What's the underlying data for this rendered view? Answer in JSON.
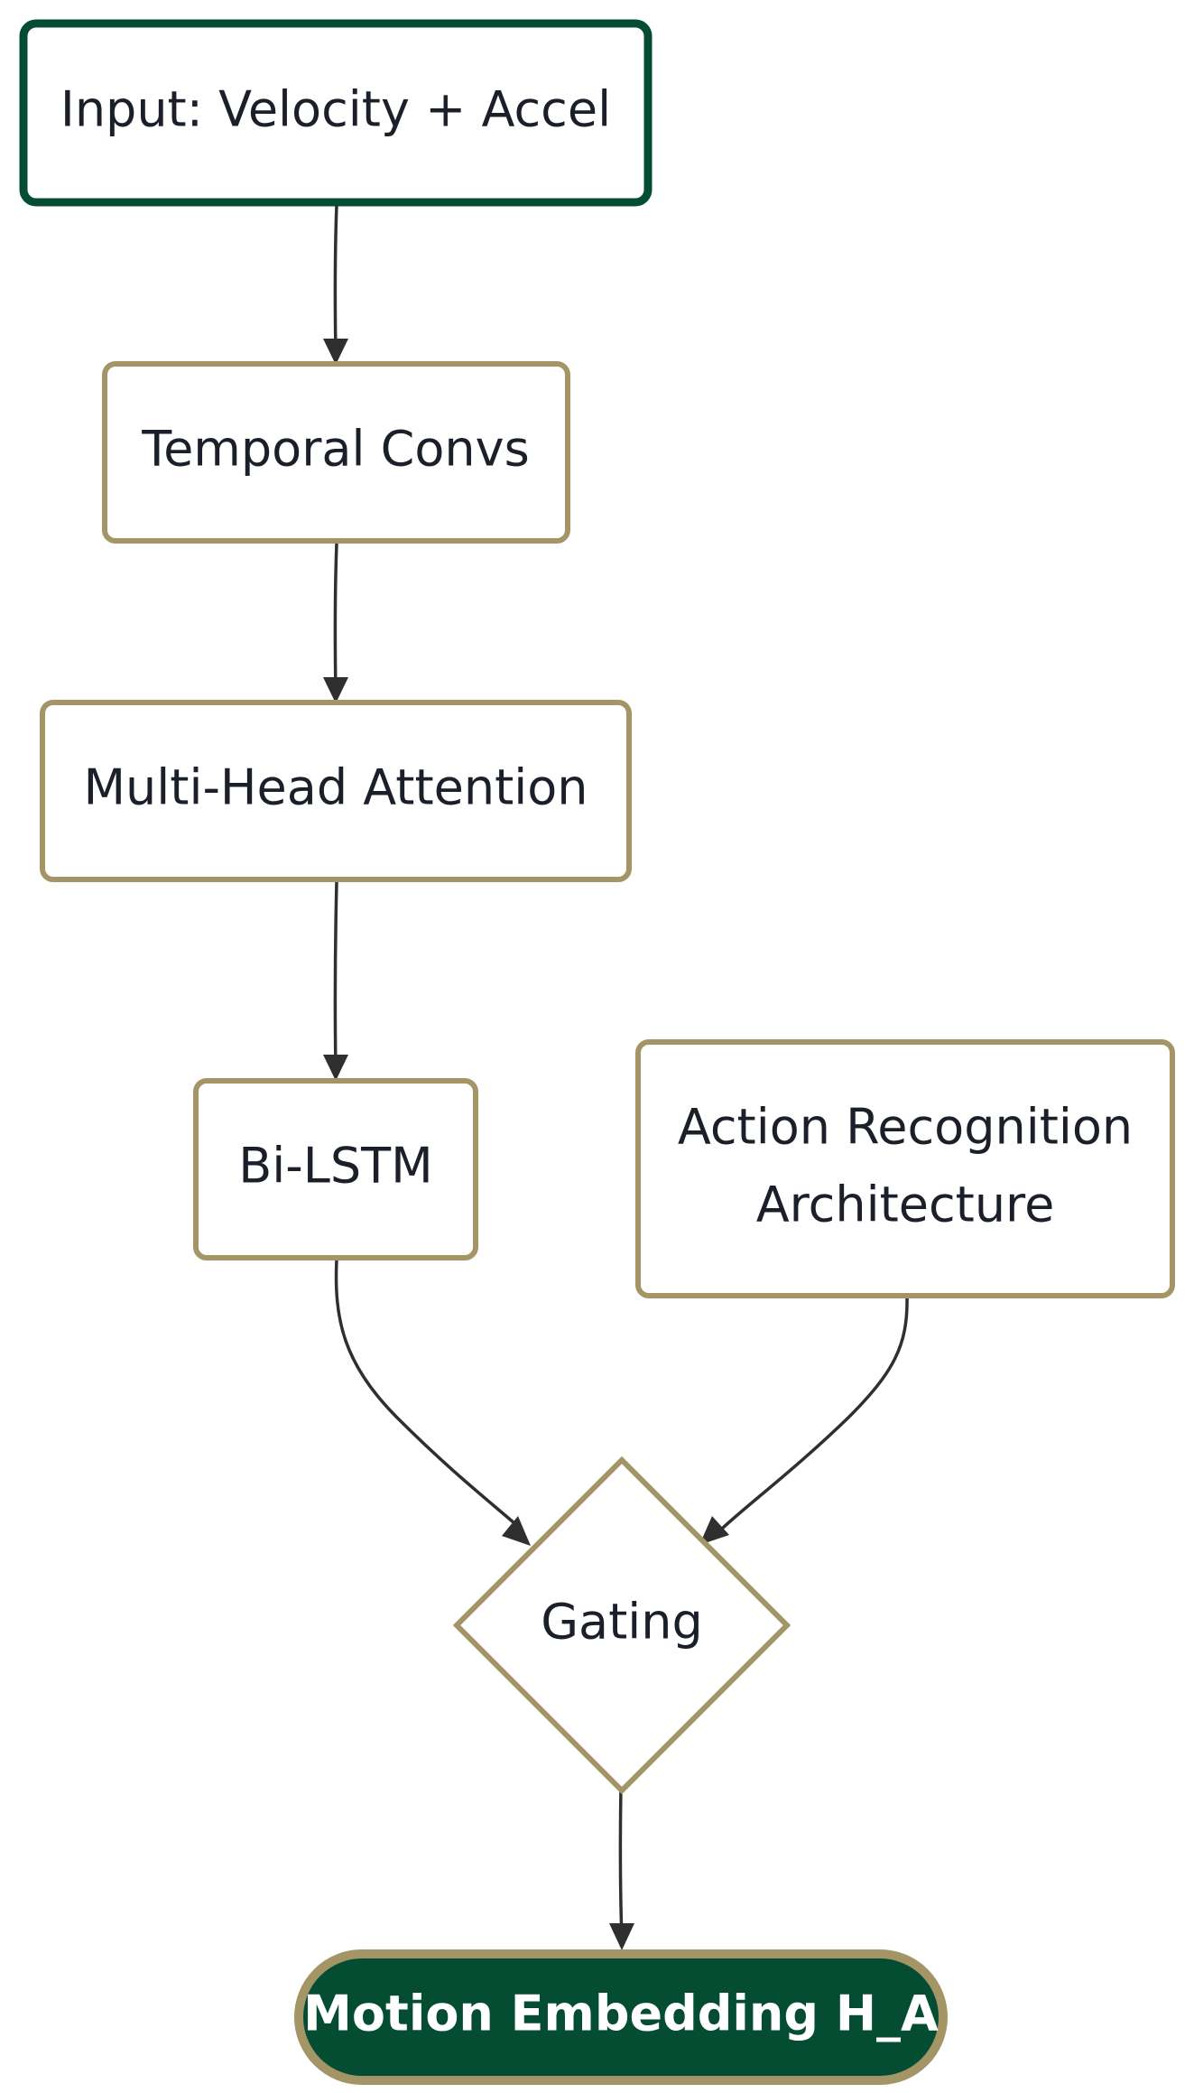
{
  "diagram": {
    "type": "flowchart",
    "colors": {
      "primary_dark_green": "#044d32",
      "node_border_gold": "#a49566",
      "node_fill": "#ffffff",
      "edge": "#2f2f2f",
      "text_dark": "#1b1f2a",
      "text_light": "#ffffff"
    },
    "nodes": {
      "input": {
        "label": "Input: Velocity + Accel",
        "shape": "rounded-rect"
      },
      "temporal_convs": {
        "label": "Temporal Convs",
        "shape": "rounded-rect"
      },
      "multi_head_attention": {
        "label": "Multi-Head Attention",
        "shape": "rounded-rect"
      },
      "bi_lstm": {
        "label": "Bi-LSTM",
        "shape": "rounded-rect"
      },
      "action_recognition": {
        "label_line1": "Action Recognition",
        "label_line2": "Architecture",
        "shape": "rounded-rect"
      },
      "gating": {
        "label": "Gating",
        "shape": "diamond"
      },
      "motion_embedding": {
        "label": "Motion Embedding H_A",
        "shape": "stadium"
      }
    },
    "edges": [
      {
        "from": "input",
        "to": "temporal_convs"
      },
      {
        "from": "temporal_convs",
        "to": "multi_head_attention"
      },
      {
        "from": "multi_head_attention",
        "to": "bi_lstm"
      },
      {
        "from": "bi_lstm",
        "to": "gating"
      },
      {
        "from": "action_recognition",
        "to": "gating"
      },
      {
        "from": "gating",
        "to": "motion_embedding"
      }
    ]
  }
}
